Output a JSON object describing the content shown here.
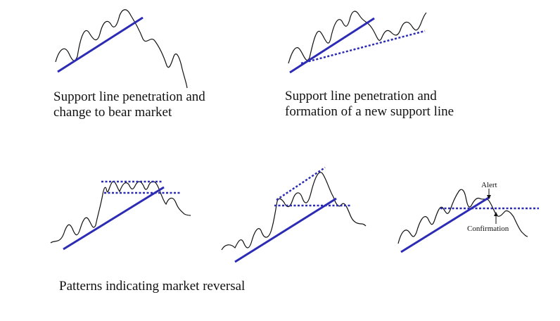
{
  "captions": {
    "panel1": [
      "Support line penetration and",
      "change to bear market"
    ],
    "panel2": [
      "Support line penetration and",
      "formation of a new support line"
    ],
    "reversal": "Patterns indicating market reversal"
  },
  "annotations": {
    "alert": "Alert",
    "confirmation": "Confirmation"
  },
  "colors": {
    "price_line": "#111111",
    "support_line": "#2b2bb5",
    "dotted_line": "#2b2bb5"
  }
}
